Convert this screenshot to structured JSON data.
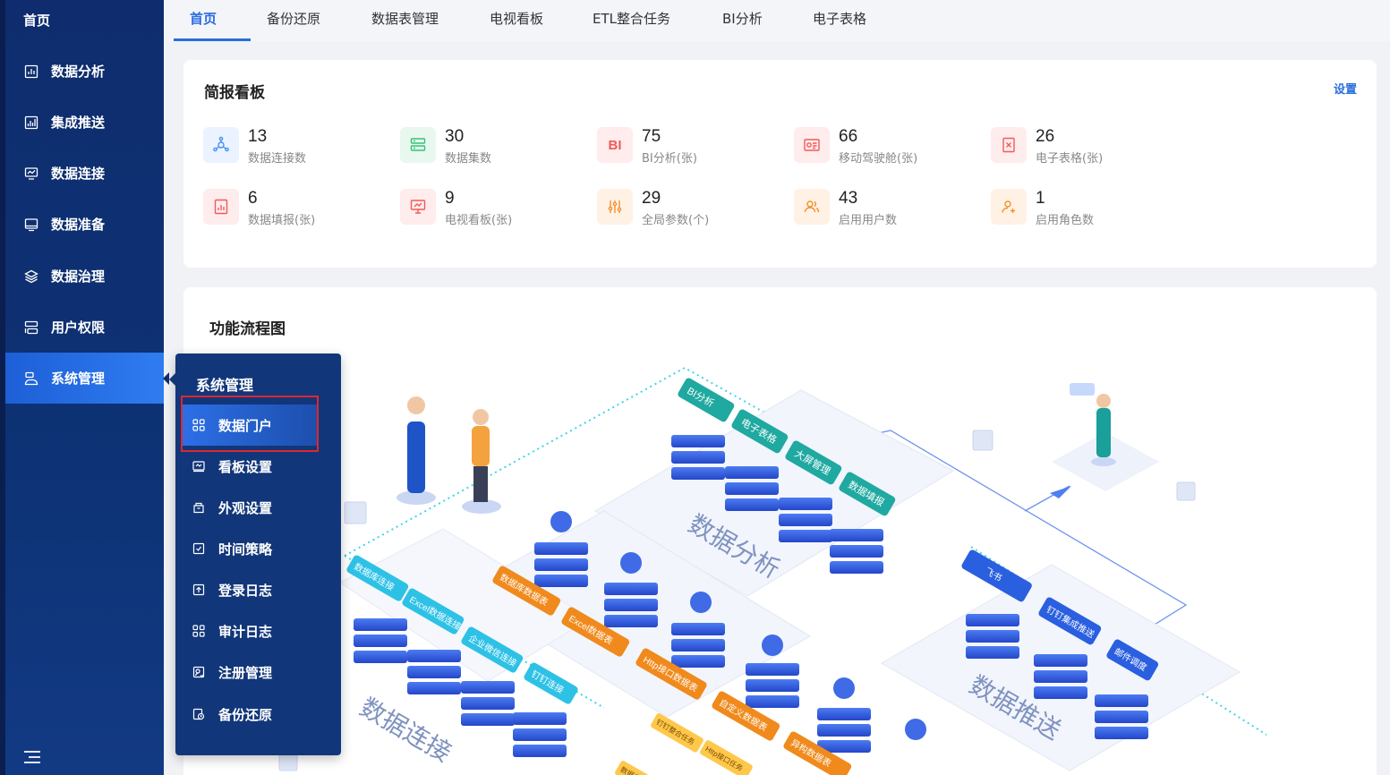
{
  "sidebar": {
    "home": "首页",
    "items": [
      {
        "label": "数据分析",
        "icon": "chart-bar-icon"
      },
      {
        "label": "集成推送",
        "icon": "bar-chart-icon"
      },
      {
        "label": "数据连接",
        "icon": "monitor-chart-icon"
      },
      {
        "label": "数据准备",
        "icon": "display-icon"
      },
      {
        "label": "数据治理",
        "icon": "layers-icon"
      },
      {
        "label": "用户权限",
        "icon": "server-icon"
      },
      {
        "label": "系统管理",
        "icon": "user-settings-icon",
        "active": true
      }
    ]
  },
  "tabs": [
    {
      "label": "首页",
      "active": true
    },
    {
      "label": "备份还原"
    },
    {
      "label": "数据表管理"
    },
    {
      "label": "电视看板"
    },
    {
      "label": "ETL整合任务"
    },
    {
      "label": "BI分析"
    },
    {
      "label": "电子表格"
    }
  ],
  "briefing": {
    "title": "简报看板",
    "settings": "设置",
    "stats": [
      {
        "value": "13",
        "label": "数据连接数",
        "color": "#4a8ff7",
        "bg": "#eaf3ff"
      },
      {
        "value": "30",
        "label": "数据集数",
        "color": "#34c27a",
        "bg": "#e8f8ef"
      },
      {
        "value": "75",
        "label": "BI分析(张)",
        "color": "#f05a5a",
        "bg": "#ffecec",
        "glyph": "BI"
      },
      {
        "value": "66",
        "label": "移动驾驶舱(张)",
        "color": "#f05a5a",
        "bg": "#ffecec"
      },
      {
        "value": "26",
        "label": "电子表格(张)",
        "color": "#f05a5a",
        "bg": "#ffecec"
      },
      {
        "value": "6",
        "label": "数据填报(张)",
        "color": "#f05a5a",
        "bg": "#ffecec"
      },
      {
        "value": "9",
        "label": "电视看板(张)",
        "color": "#f05a5a",
        "bg": "#ffecec"
      },
      {
        "value": "29",
        "label": "全局参数(个)",
        "color": "#f5902f",
        "bg": "#fff2e4"
      },
      {
        "value": "43",
        "label": "启用用户数",
        "color": "#f5902f",
        "bg": "#fff2e4"
      },
      {
        "value": "1",
        "label": "启用角色数",
        "color": "#f5902f",
        "bg": "#fff2e4"
      }
    ]
  },
  "flow": {
    "title": "功能流程图",
    "zones": {
      "analysis": "数据分析",
      "connect": "数据连接",
      "push": "数据推送"
    },
    "analysis_tags": [
      "BI分析",
      "电子表格",
      "大屏管理",
      "数据填报"
    ],
    "connect_tags": [
      "数据库连接",
      "Excel数据连接",
      "企业微信连接",
      "钉钉连接"
    ],
    "prep_tags": [
      "数据库数据表",
      "Excel数据表",
      "Http接口数据表",
      "自定义数据表",
      "异构数据表"
    ],
    "prep_small_tags": [
      "钉钉整合任务",
      "Http接口任务",
      "数据表"
    ],
    "push_tags": [
      "飞书",
      "钉钉集成推送",
      "邮件调度"
    ]
  },
  "submenu": {
    "title": "系统管理",
    "items": [
      {
        "label": "数据门户",
        "icon": "grid-icon",
        "active": true
      },
      {
        "label": "看板设置",
        "icon": "dashboard-icon"
      },
      {
        "label": "外观设置",
        "icon": "palette-icon"
      },
      {
        "label": "时间策略",
        "icon": "calendar-check-icon"
      },
      {
        "label": "登录日志",
        "icon": "login-icon"
      },
      {
        "label": "审计日志",
        "icon": "grid-icon"
      },
      {
        "label": "注册管理",
        "icon": "register-icon"
      },
      {
        "label": "备份还原",
        "icon": "backup-icon"
      }
    ]
  },
  "colors": {
    "accent": "#2a6ddf",
    "sidebar": "#0f2d6e",
    "highlight": "#e0262c"
  }
}
